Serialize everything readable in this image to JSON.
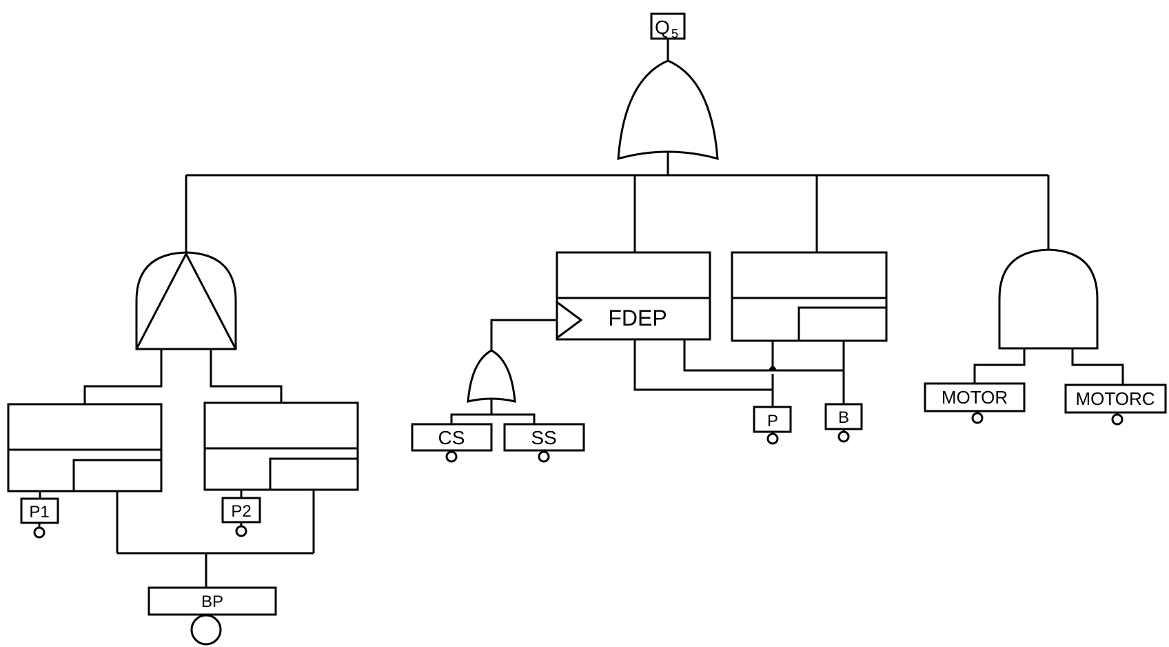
{
  "diagram": {
    "top_event": {
      "label": "Q",
      "subscript": "5"
    },
    "gates": {
      "fdep": {
        "label": "FDEP"
      }
    },
    "basic_events": {
      "p1": "P1",
      "p2": "P2",
      "bp": "BP",
      "cs": "CS",
      "ss": "SS",
      "p": "P",
      "b": "B",
      "motor": "MOTOR",
      "motorc": "MOTORC"
    }
  }
}
